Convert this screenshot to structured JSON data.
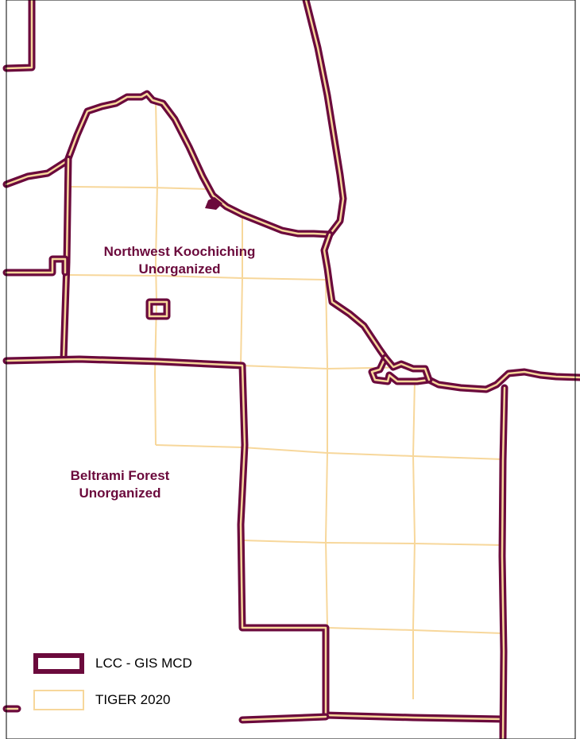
{
  "map": {
    "labels": {
      "northwest_koochiching_line1": "Northwest Koochiching",
      "northwest_koochiching_line2": "Unorganized",
      "beltrami_forest_line1": "Beltrami Forest",
      "beltrami_forest_line2": "Unorganized"
    },
    "legend": {
      "items": [
        {
          "label": "LCC - GIS MCD"
        },
        {
          "label": "TIGER 2020"
        }
      ]
    },
    "colors": {
      "mcd_boundary": "#6b0a3c",
      "mcd_inner_line": "#f7d79b",
      "tiger_2020": "#f7d79b",
      "background": "#ffffff"
    }
  }
}
